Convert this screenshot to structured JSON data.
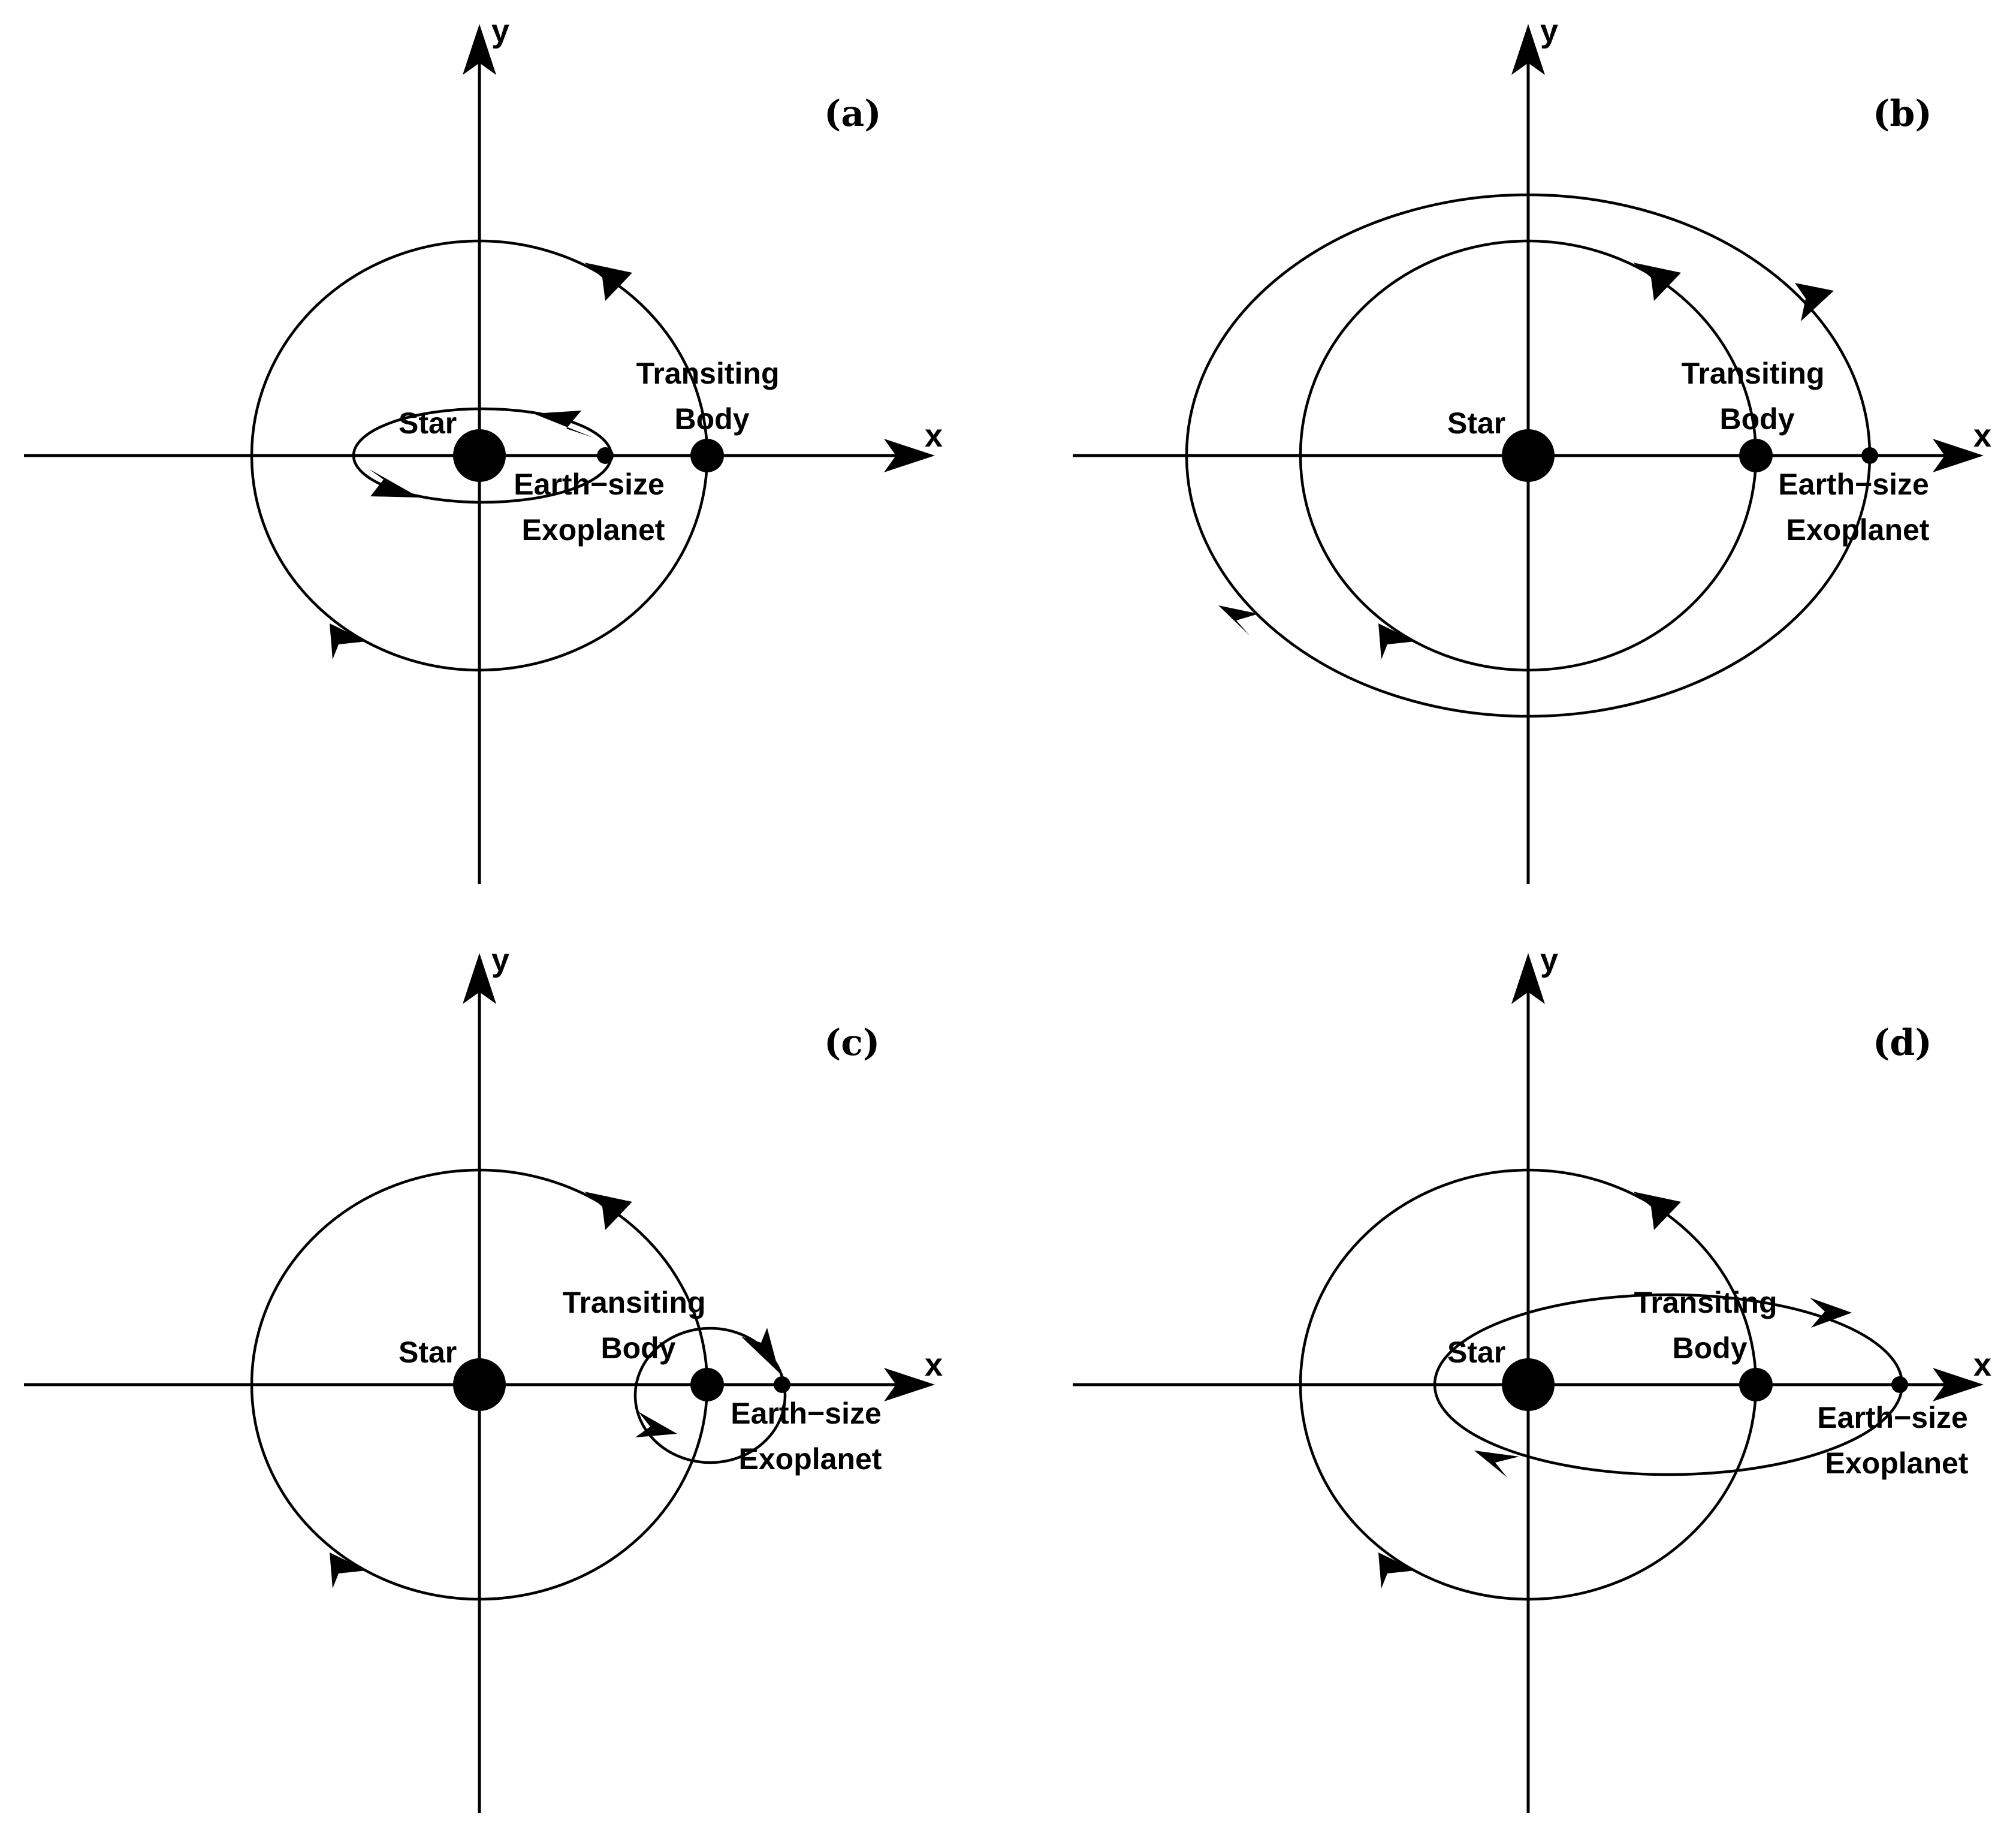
{
  "labels": {
    "x_axis": "x",
    "y_axis": "y",
    "star": "Star",
    "transiting_line1": "Transiting",
    "transiting_line2": "Body",
    "earth_line1": "Earth−size",
    "earth_line2": "Exoplanet"
  },
  "panels": {
    "a": {
      "label": "(a)"
    },
    "b": {
      "label": "(b)"
    },
    "c": {
      "label": "(c)"
    },
    "d": {
      "label": "(d)"
    }
  },
  "colors": {
    "ink": "#000000",
    "background": "#ffffff"
  }
}
